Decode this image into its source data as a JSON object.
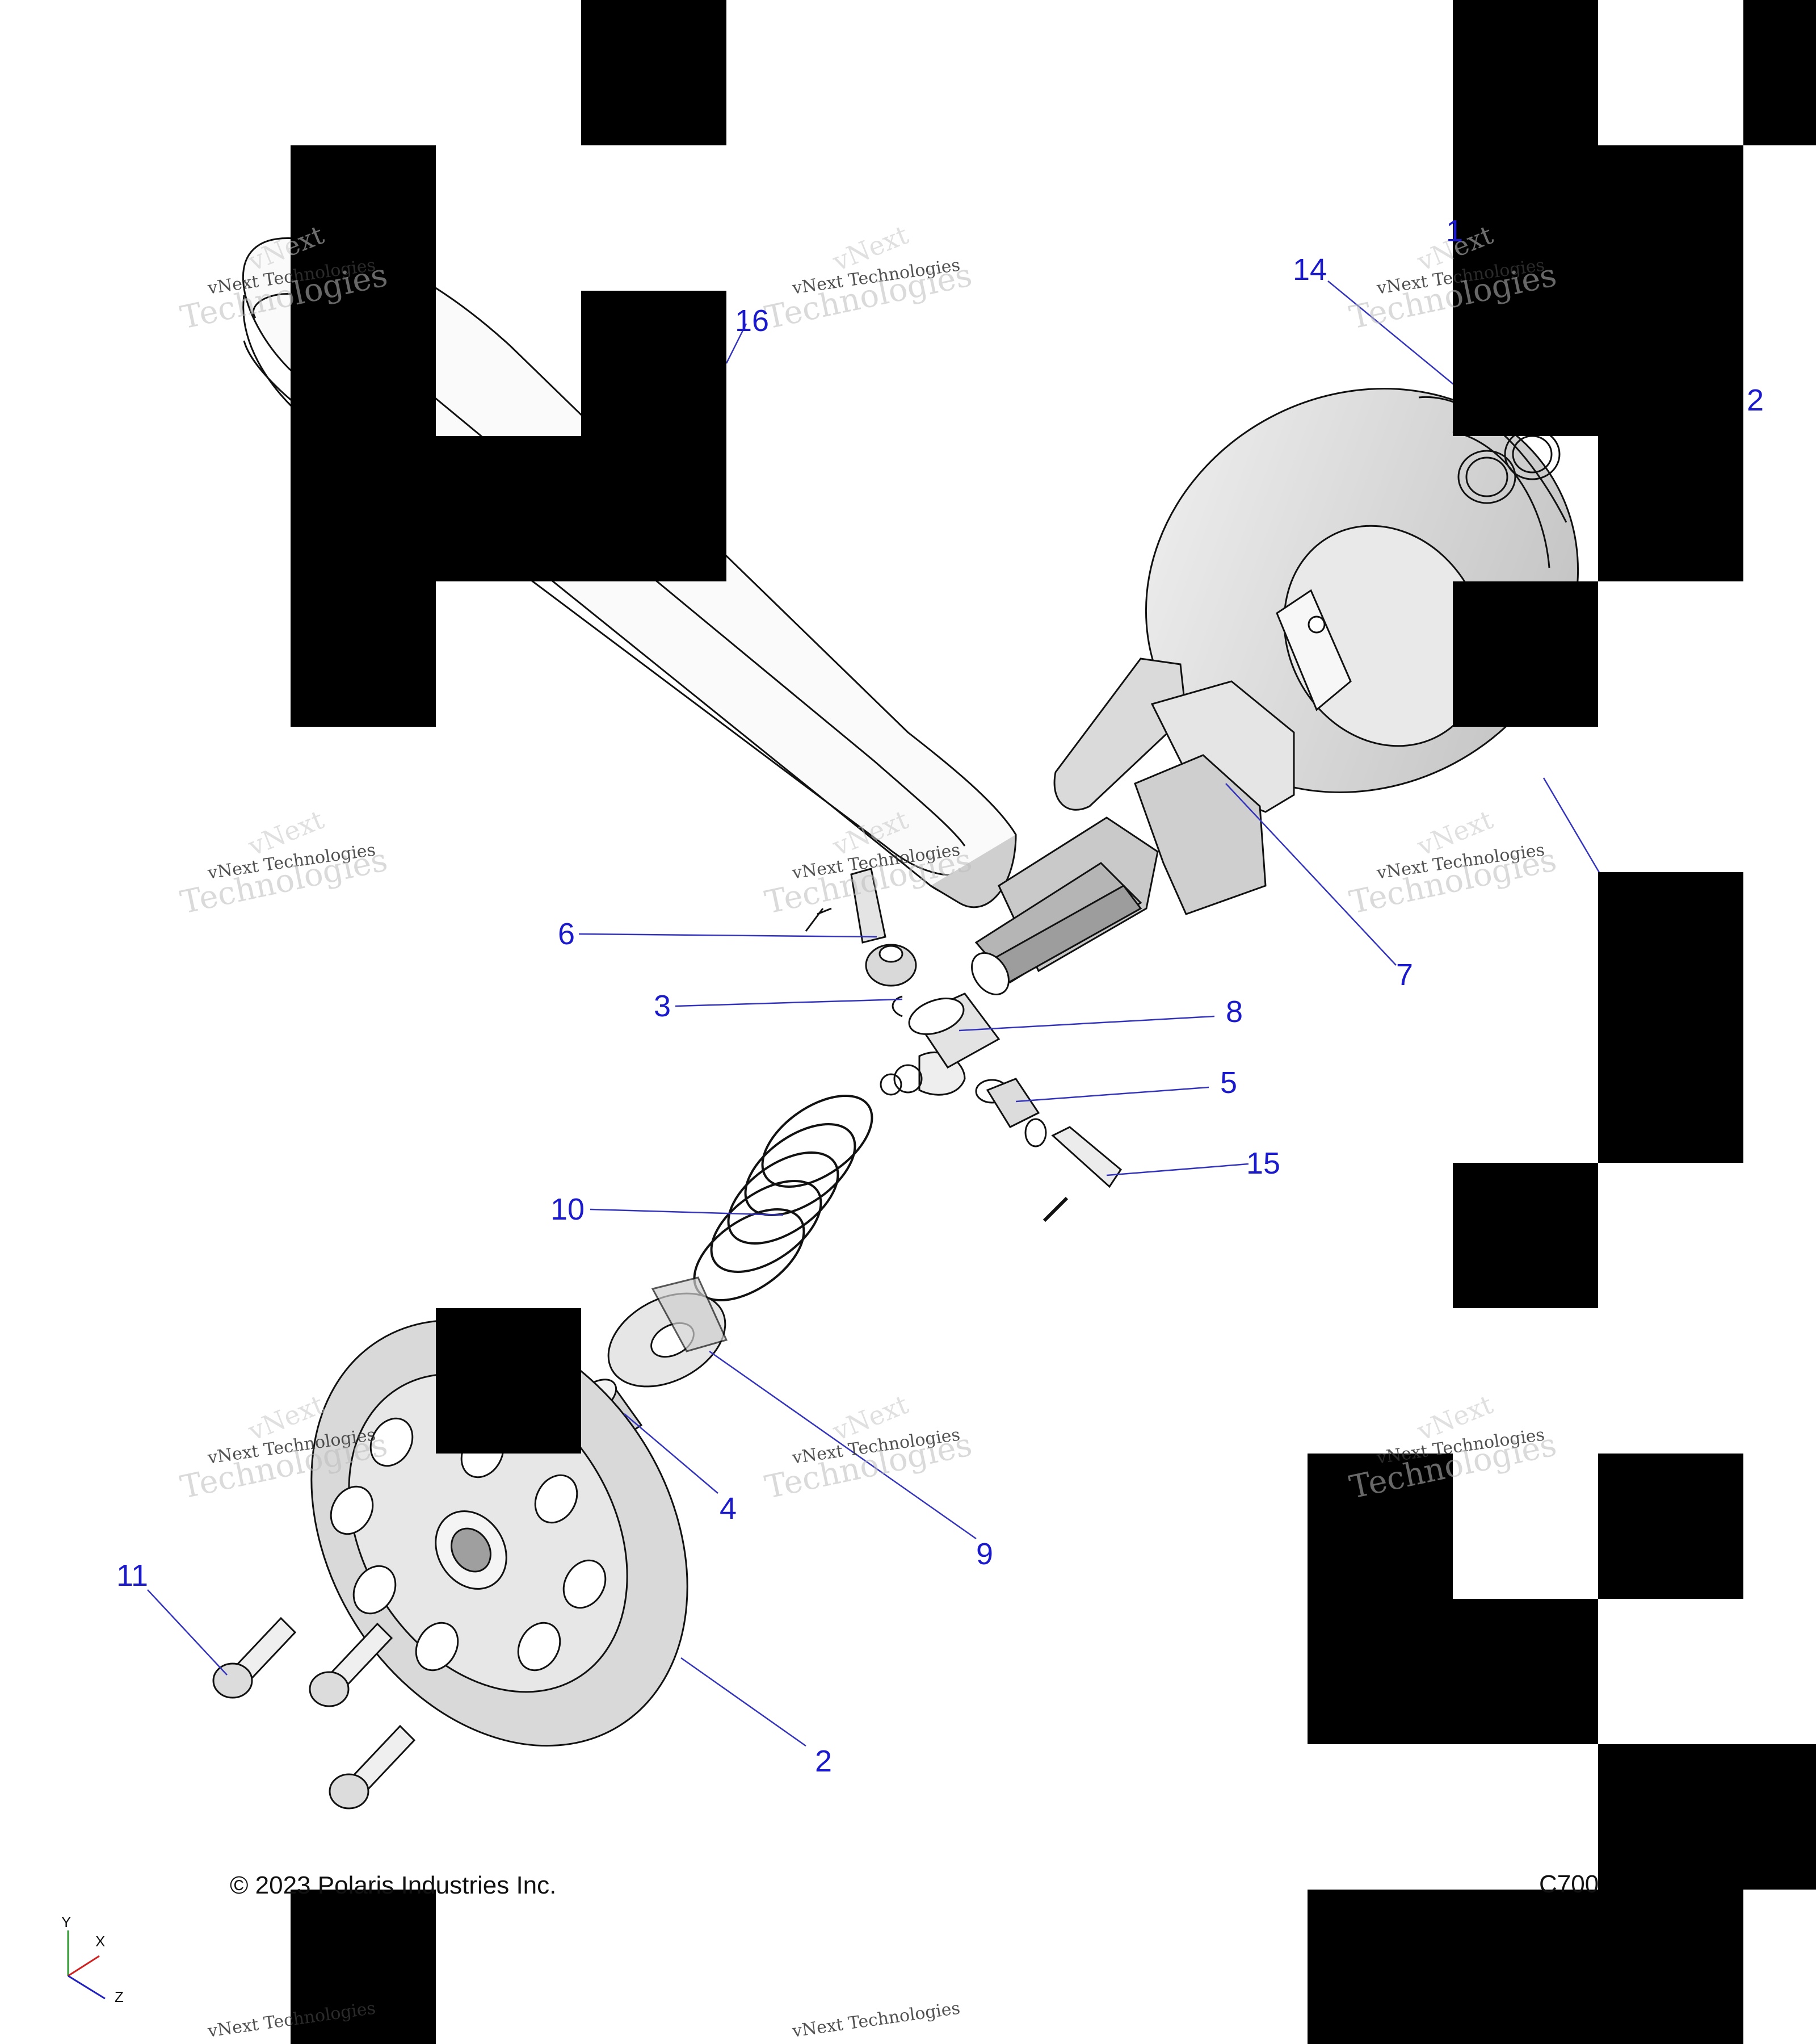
{
  "diagram": {
    "callouts": {
      "c16": "16",
      "c14": "14",
      "c2_top": "2",
      "c6": "6",
      "c3": "3",
      "c7": "7",
      "c8": "8",
      "c5": "5",
      "c15": "15",
      "c10": "10",
      "c4": "4",
      "c9": "9",
      "c11": "11",
      "c2_bottom": "2",
      "c1_partial": "1"
    },
    "copyright": "© 2023 Polaris Industries Inc.",
    "figure_code_partial": "C700",
    "axis_labels": {
      "y": "Y",
      "x": "X",
      "z": "Z"
    },
    "watermark": {
      "small": "vNext Technologies",
      "big": "Technologies",
      "tilted": "vNext"
    },
    "colors": {
      "callout": "#1a1acc",
      "leader": "#3333bb",
      "part_fill": "#d6d6d6",
      "part_stroke": "#111111",
      "mask": "#000000"
    }
  }
}
